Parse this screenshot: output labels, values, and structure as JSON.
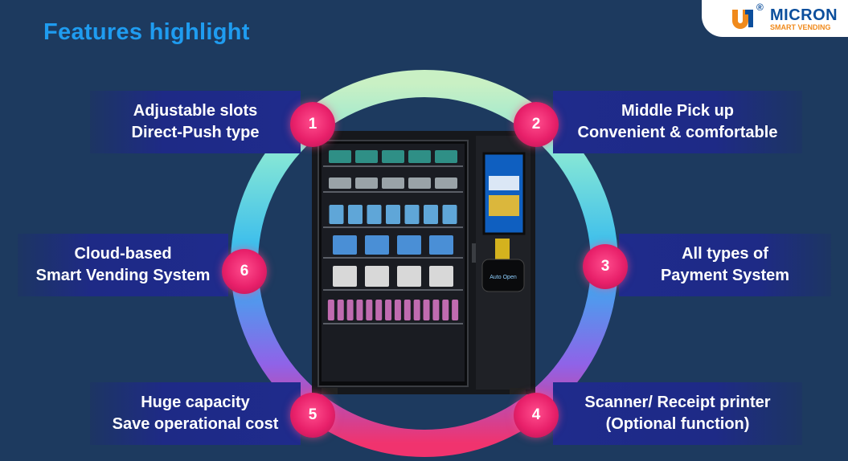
{
  "title": "Features highlight",
  "logo": {
    "name": "MICRON",
    "sub": "SMART VENDING",
    "reg": "®"
  },
  "features": [
    {
      "number": "1",
      "line1": "Adjustable slots",
      "line2": "Direct-Push type"
    },
    {
      "number": "2",
      "line1": "Middle Pick up",
      "line2": "Convenient & comfortable"
    },
    {
      "number": "3",
      "line1": "All types of",
      "line2": "Payment System"
    },
    {
      "number": "4",
      "line1": "Scanner/ Receipt printer",
      "line2": "(Optional function)"
    },
    {
      "number": "5",
      "line1": "Huge capacity",
      "line2": "Save operational cost"
    },
    {
      "number": "6",
      "line1": "Cloud-based",
      "line2": "Smart Vending System"
    }
  ],
  "machine": {
    "pickup_label": "Auto Open"
  },
  "colors": {
    "background": "#1d3a5f",
    "title": "#1f9cf0",
    "badge": "#e8206a",
    "panel": "#1f2b8c"
  }
}
